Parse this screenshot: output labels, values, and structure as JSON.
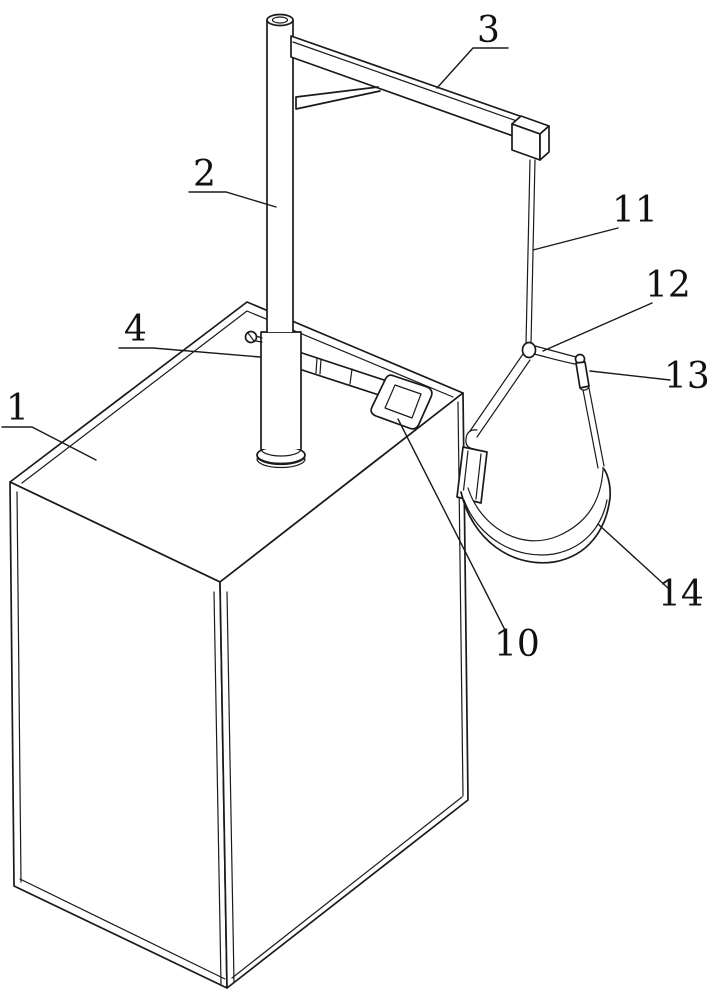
{
  "figure": {
    "kind": "patent line drawing",
    "background": "#ffffff",
    "line_color": "#1a1a1a",
    "labels": {
      "l1": "1",
      "l2": "2",
      "l3": "3",
      "l4": "4",
      "l10": "10",
      "l11": "11",
      "l12": "12",
      "l13": "13",
      "l14": "14"
    }
  }
}
